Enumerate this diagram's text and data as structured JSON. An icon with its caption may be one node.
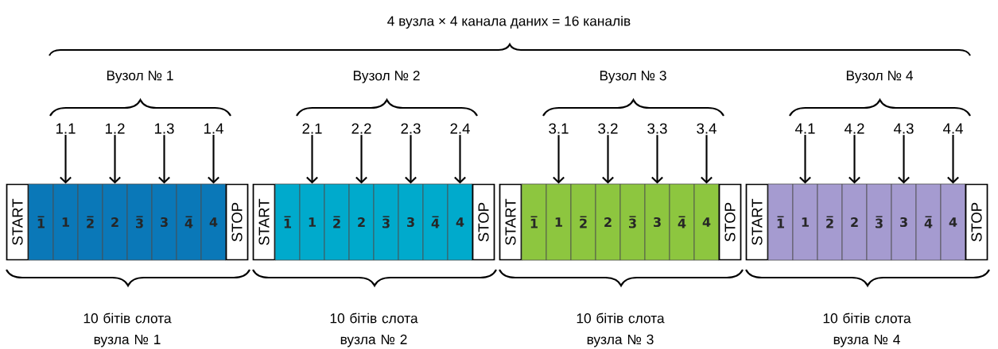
{
  "diagram": {
    "title": "4 вузла × 4 канала даних = 16 каналів",
    "nodes": [
      {
        "text": [
          "1.1"
        ]
      },
      {
        "text": [
          "1.2"
        ]
      },
      {
        "text": [
          "1.3"
        ]
      },
      {
        "text": [
          "1.4"
        ]
      },
      {
        "text": [
          "2.1"
        ]
      },
      {
        "text": [
          "2.2"
        ]
      },
      {
        "text": [
          "2.3"
        ]
      },
      {
        "text": [
          "2.4"
        ]
      },
      {
        "text": [
          "3.1"
        ]
      },
      {
        "text": [
          "3.2"
        ]
      },
      {
        "text": [
          "3.3"
        ]
      },
      {
        "text": [
          "3.4"
        ]
      },
      {
        "text": [
          "4.1"
        ]
      },
      {
        "text": [
          "4.2"
        ]
      },
      {
        "text": [
          "4.3"
        ]
      },
      {
        "text": [
          "4.4"
        ]
      },
      {
        "text": [
          "START"
        ]
      },
      {
        "text": [
          "1̅"
        ]
      },
      {
        "text": [
          "1"
        ]
      },
      {
        "text": [
          "2̅"
        ]
      },
      {
        "text": [
          "2"
        ]
      },
      {
        "text": [
          "3̅"
        ]
      },
      {
        "text": [
          "3"
        ]
      },
      {
        "text": [
          "4̅"
        ]
      },
      {
        "text": [
          "4"
        ]
      },
      {
        "text": [
          "STOP"
        ]
      },
      {
        "text": [
          "START"
        ]
      },
      {
        "text": [
          "1̅"
        ]
      },
      {
        "text": [
          "1"
        ]
      },
      {
        "text": [
          "2̅"
        ]
      },
      {
        "text": [
          "2"
        ]
      },
      {
        "text": [
          "3̅"
        ]
      },
      {
        "text": [
          "3"
        ]
      },
      {
        "text": [
          "4̅"
        ]
      },
      {
        "text": [
          "4"
        ]
      },
      {
        "text": [
          "STOP"
        ]
      },
      {
        "text": [
          "START"
        ]
      },
      {
        "text": [
          "1̅"
        ]
      },
      {
        "text": [
          "1"
        ]
      },
      {
        "text": [
          "2̅"
        ]
      },
      {
        "text": [
          "2"
        ]
      },
      {
        "text": [
          "3̅"
        ]
      },
      {
        "text": [
          "3"
        ]
      },
      {
        "text": [
          "4̅"
        ]
      },
      {
        "text": [
          "4"
        ]
      },
      {
        "text": [
          "STOP"
        ]
      },
      {
        "text": [
          "START"
        ]
      },
      {
        "text": [
          "1̅"
        ]
      },
      {
        "text": [
          "1"
        ]
      },
      {
        "text": [
          "2̅"
        ]
      },
      {
        "text": [
          "2"
        ]
      },
      {
        "text": [
          "3̅"
        ]
      },
      {
        "text": [
          "3"
        ]
      },
      {
        "text": [
          "4̅"
        ]
      },
      {
        "text": [
          "4"
        ]
      },
      {
        "text": [
          "STOP"
        ]
      }
    ],
    "edges": [
      {
        "from": 0,
        "to": 18,
        "arrow": "to"
      },
      {
        "from": 1,
        "to": 20,
        "arrow": "to"
      },
      {
        "from": 2,
        "to": 22,
        "arrow": "to"
      },
      {
        "from": 3,
        "to": 24,
        "arrow": "to"
      },
      {
        "from": 4,
        "to": 28,
        "arrow": "to"
      },
      {
        "from": 5,
        "to": 30,
        "arrow": "to"
      },
      {
        "from": 6,
        "to": 32,
        "arrow": "to"
      },
      {
        "from": 7,
        "to": 34,
        "arrow": "to"
      },
      {
        "from": 8,
        "to": 38,
        "arrow": "to"
      },
      {
        "from": 9,
        "to": 40,
        "arrow": "to"
      },
      {
        "from": 10,
        "to": 42,
        "arrow": "to"
      },
      {
        "from": 11,
        "to": 44,
        "arrow": "to"
      },
      {
        "from": 12,
        "to": 48,
        "arrow": "to"
      },
      {
        "from": 13,
        "to": 50,
        "arrow": "to"
      },
      {
        "from": 14,
        "to": 52,
        "arrow": "to"
      },
      {
        "from": 15,
        "to": 54,
        "arrow": "to"
      }
    ],
    "labels": [
      "Вузол № 1",
      "Вузол № 2",
      "Вузол № 3",
      "Вузол № 4",
      "10 бітів слота вузла № 1",
      "10 бітів слота вузла № 2",
      "10 бітів слота вузла № 3",
      "10 бітів слота вузла № 4"
    ]
  }
}
